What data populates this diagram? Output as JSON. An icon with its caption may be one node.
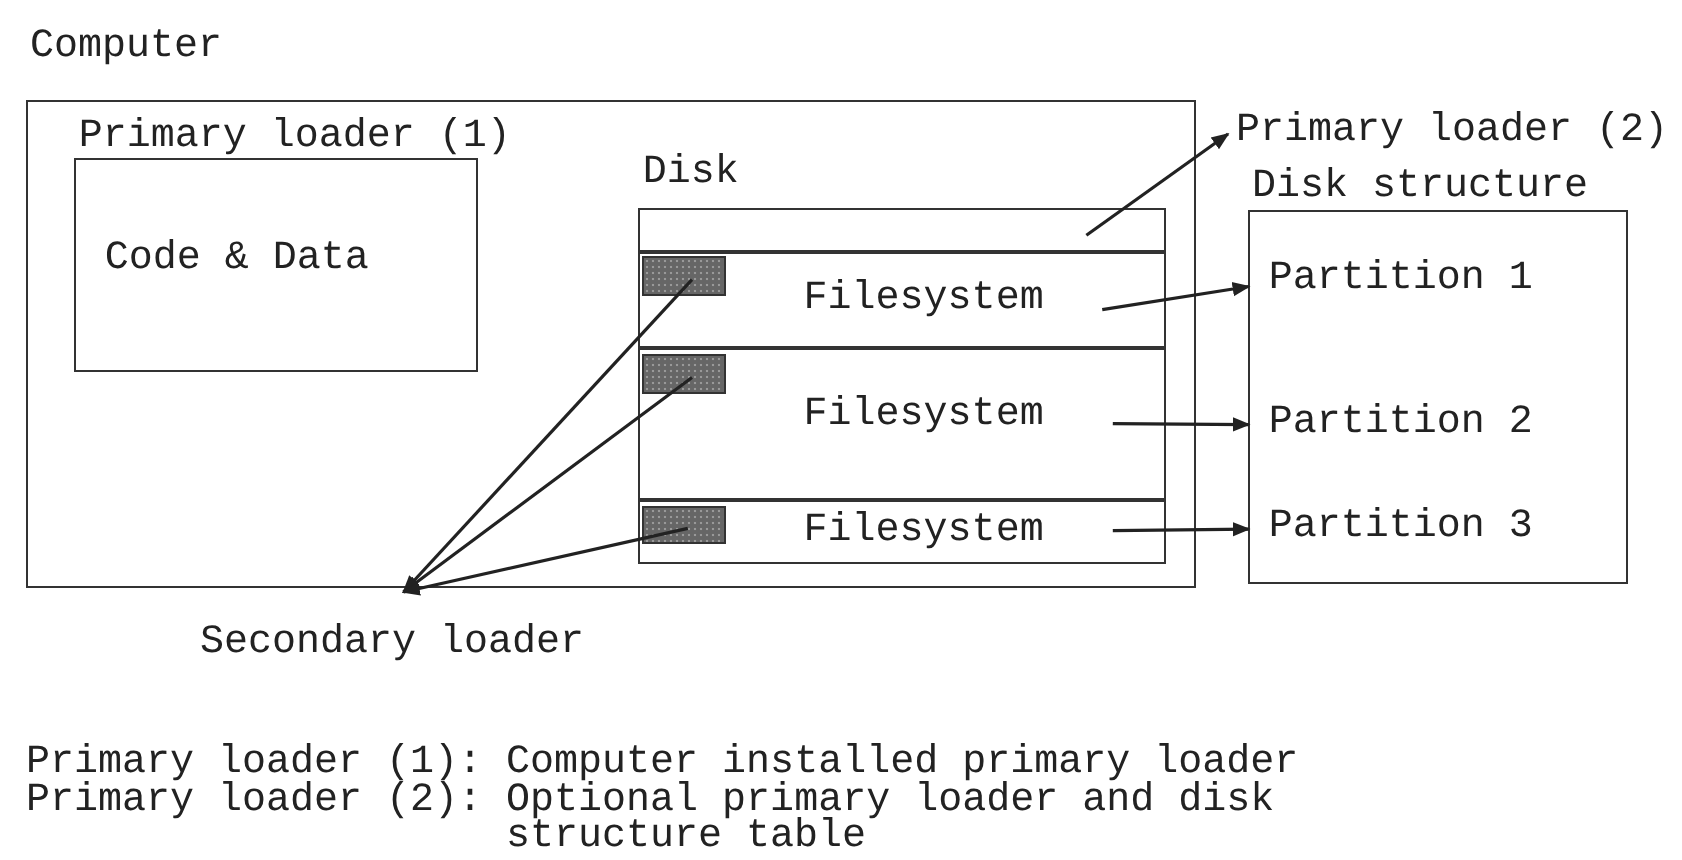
{
  "diagram": {
    "nodes": [
      {
        "text": [
          "Computer"
        ]
      },
      {
        "text": [
          "Primary loader (1)",
          "Code & Data"
        ],
        "in": 0
      },
      {
        "text": [
          "Disk"
        ],
        "in": 0
      },
      {
        "text": [],
        "shape": "box",
        "in": 2
      },
      {
        "text": [
          "Filesystem"
        ],
        "in": 2
      },
      {
        "text": [],
        "shape": "box",
        "in": 4
      },
      {
        "text": [
          "Filesystem"
        ],
        "in": 2
      },
      {
        "text": [],
        "shape": "box",
        "in": 6
      },
      {
        "text": [
          "Filesystem"
        ],
        "in": 2
      },
      {
        "text": [],
        "shape": "box",
        "in": 8
      },
      {
        "text": [
          "Primary loader (2)"
        ]
      },
      {
        "text": [
          "Disk structure"
        ]
      },
      {
        "text": [
          "Partition 1"
        ],
        "in": 11
      },
      {
        "text": [
          "Partition 2"
        ],
        "in": 11
      },
      {
        "text": [
          "Partition 3"
        ],
        "in": 11
      },
      {
        "text": [
          "Secondary loader"
        ]
      }
    ],
    "edges": [
      {
        "from": 3,
        "to": 10,
        "arrow": "to"
      },
      {
        "from": 4,
        "to": 12,
        "arrow": "to"
      },
      {
        "from": 6,
        "to": 13,
        "arrow": "to"
      },
      {
        "from": 8,
        "to": 14,
        "arrow": "to"
      },
      {
        "from": 5,
        "to": 15,
        "arrow": "to"
      },
      {
        "from": 7,
        "to": 15,
        "arrow": "to"
      },
      {
        "from": 9,
        "to": 15,
        "arrow": "to"
      }
    ],
    "labels": [
      "Primary loader (1): Computer installed primary loader",
      "Primary loader (2): Optional primary loader and disk structure table"
    ]
  }
}
